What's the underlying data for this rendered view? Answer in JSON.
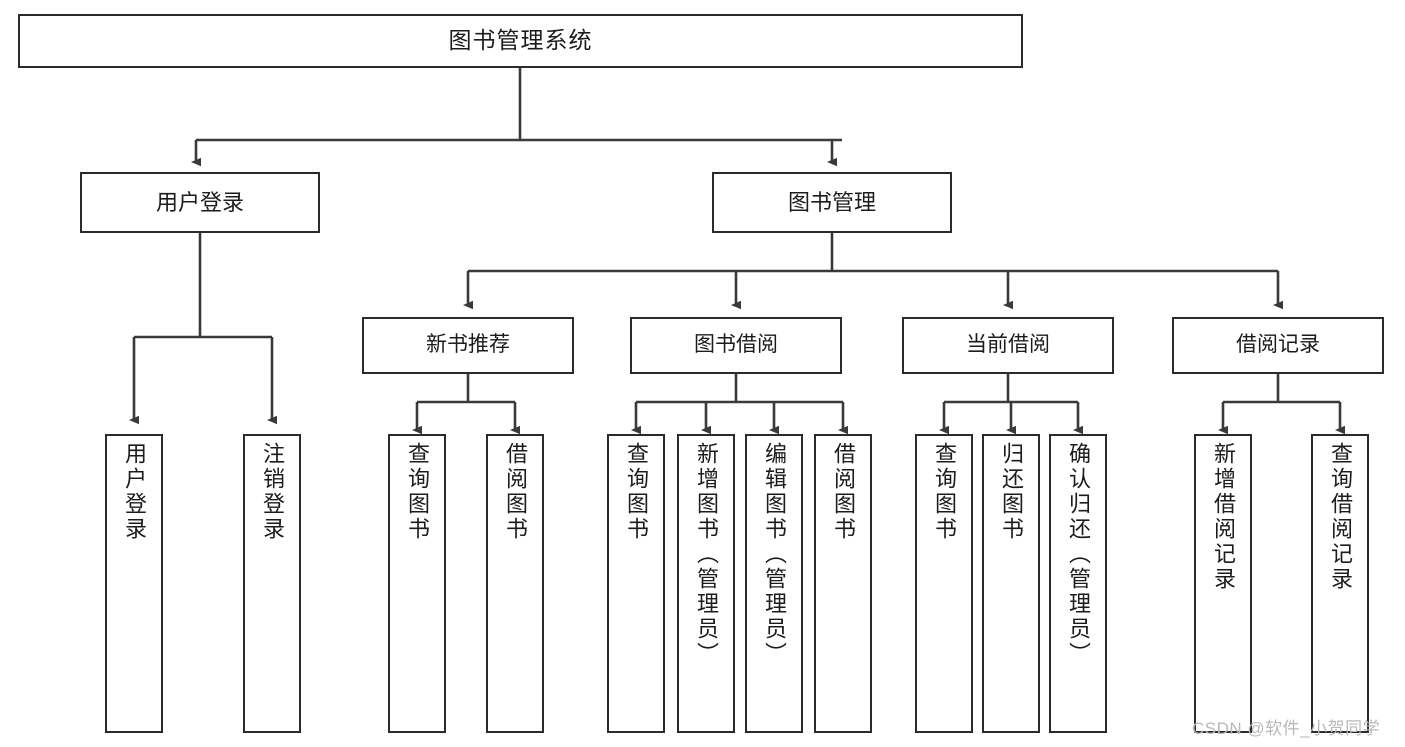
{
  "diagram": {
    "title": "图书管理系统",
    "type": "hierarchy-tree",
    "watermark": "CSDN @软件_小贺同学",
    "colors": {
      "box_border": "#2b2b2b",
      "box_fill": "#ffffff",
      "edge": "#3a3a3a",
      "text": "#1c1c1c",
      "watermark": "#b9b9b9"
    },
    "root": {
      "label": "图书管理系统"
    },
    "level1": [
      {
        "label": "用户登录"
      },
      {
        "label": "图书管理"
      }
    ],
    "level2": [
      {
        "label": "新书推荐"
      },
      {
        "label": "图书借阅"
      },
      {
        "label": "当前借阅"
      },
      {
        "label": "借阅记录"
      }
    ],
    "leaves": {
      "user_login": [
        {
          "label": "用户登录"
        },
        {
          "label": "注销登录"
        }
      ],
      "new_book_recommend": [
        {
          "label": "查询图书"
        },
        {
          "label": "借阅图书"
        }
      ],
      "book_borrow": [
        {
          "label": "查询图书"
        },
        {
          "label": "新增图书（管理员）"
        },
        {
          "label": "编辑图书（管理员）"
        },
        {
          "label": "借阅图书"
        }
      ],
      "current_borrow": [
        {
          "label": "查询图书"
        },
        {
          "label": "归还图书"
        },
        {
          "label": "确认归还（管理员）"
        }
      ],
      "borrow_record": [
        {
          "label": "新增借阅记录"
        },
        {
          "label": "查询借阅记录"
        }
      ]
    }
  }
}
